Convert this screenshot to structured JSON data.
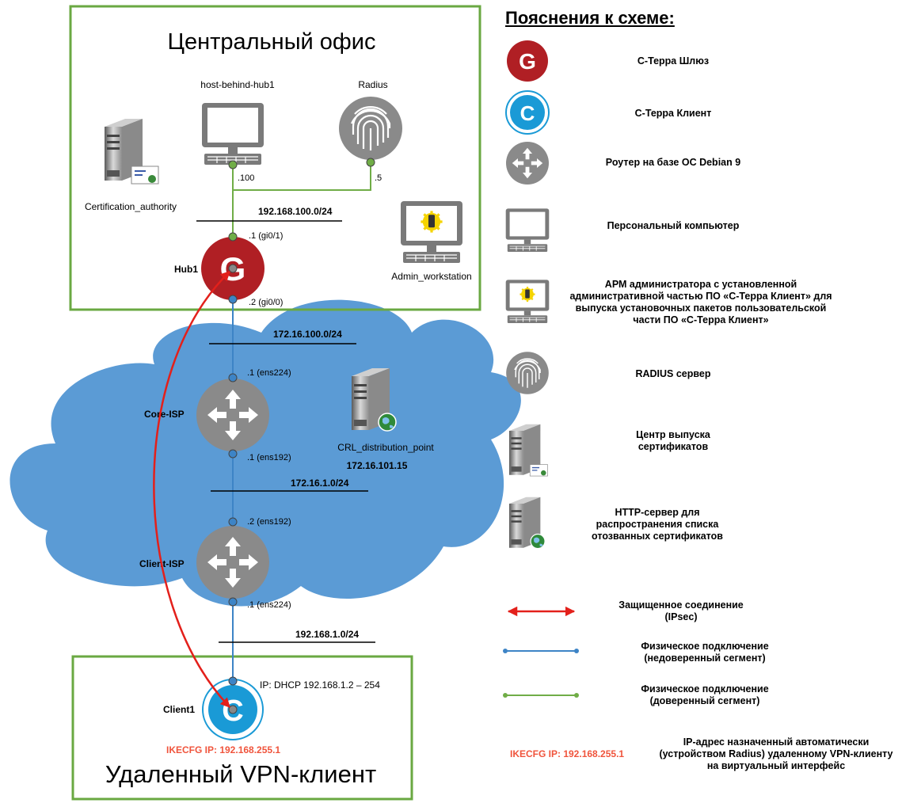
{
  "central_office": {
    "title": "Центральный офис",
    "nodes": {
      "ca": "Certification_authority",
      "host": "host-behind-hub1",
      "radius": "Radius",
      "admin": "Admin_workstation",
      "hub": "Hub1"
    },
    "addresses": {
      "host": ".100",
      "radius": ".5",
      "hub_gi01": ".1 (gi0/1)",
      "hub_gi00": ".2 (gi0/0)"
    },
    "network": "192.168.100.0/24"
  },
  "isp": {
    "net_hub_core": "172.16.100.0/24",
    "core": {
      "name": "Core-ISP",
      "if_top": ".1 (ens224)",
      "if_bottom": ".1 (ens192)"
    },
    "crl": {
      "name": "CRL_distribution_point",
      "ip": "172.16.101.15"
    },
    "net_core_client": "172.16.1.0/24",
    "client_isp": {
      "name": "Client-ISP",
      "if_top": ".2 (ens192)",
      "if_bottom": ".1 (ens224)"
    },
    "net_client": "192.168.1.0/24"
  },
  "remote": {
    "title": "Удаленный VPN-клиент",
    "client": "Client1",
    "dhcp": "IP: DHCP 192.168.1.2 – 254",
    "ikecfg": "IKECFG IP: 192.168.255.1"
  },
  "legend": {
    "title": "Пояснения к схеме:",
    "gateway_glyph": "G",
    "client_glyph": "C",
    "items": {
      "gateway": "С-Терра Шлюз",
      "client": "С-Терра Клиент",
      "router": "Роутер на базе ОС Debian 9",
      "pc": "Персональный компьютер",
      "arm": "АРМ администратора с установленной административной частью ПО «С-Терра Клиент» для выпуска установочных пакетов пользовательской части ПО «С-Терра Клиент»",
      "radius": "RADIUS сервер",
      "ca": "Центр выпуска сертификатов",
      "http": "HTTP-сервер для распространения списка отозванных сертификатов",
      "secure": "Защищенное соединение (IPsec)",
      "untrusted": "Физическое подключение (недоверенный сегмент)",
      "trusted": "Физическое подключение (доверенный сегмент)",
      "ike_sample": "IKECFG IP: 192.168.255.1",
      "ike_desc": "IP-адрес назначенный автоматически (устройством Radius) удаленному VPN-клиенту на виртуальный интерфейс"
    }
  },
  "colors": {
    "office_border": "#6aa842",
    "cloud": "#5b9bd5",
    "trusted_link": "#70ad47",
    "untrusted_link": "#3d84c6",
    "ipsec": "#e3201b",
    "gateway": "#b01f24",
    "client": "#1a9ad6",
    "device_gray": "#8a8a8a",
    "ikecfg_text": "#f0543c"
  }
}
